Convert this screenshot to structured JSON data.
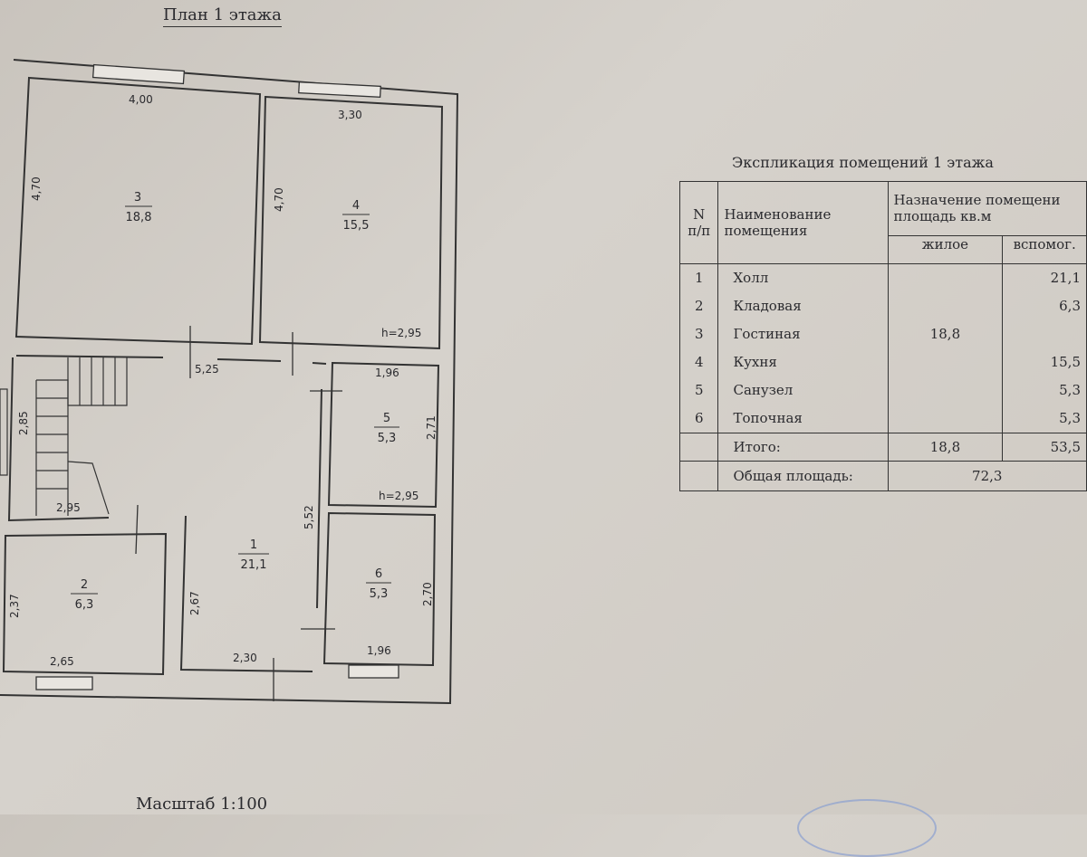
{
  "plan": {
    "title": "План 1 этажа",
    "scale": "Масштаб 1:100",
    "rooms": [
      {
        "number": "1",
        "area": "21,1"
      },
      {
        "number": "2",
        "area": "6,3"
      },
      {
        "number": "3",
        "area": "18,8"
      },
      {
        "number": "4",
        "area": "15,5"
      },
      {
        "number": "5",
        "area": "5,3"
      },
      {
        "number": "6",
        "area": "5,3"
      }
    ],
    "dimensions": {
      "room3_width": "4,00",
      "room3_height": "4,70",
      "room4_width": "3,30",
      "room4_height": "4,70",
      "room4_ceiling": "h=2,95",
      "hall_top": "5,25",
      "hall_height": "5,52",
      "hall_bottom": "2,30",
      "room5_width": "1,96",
      "room5_height": "2,71",
      "room5_ceiling": "h=2,95",
      "room6_width": "1,96",
      "room6_height": "2,70",
      "stair_height": "2,85",
      "stair_width": "2,95",
      "room2_height": "2,37",
      "room2_width": "2,65",
      "room1_left": "2,67"
    }
  },
  "explication": {
    "title": "Экспликация помещений 1 этажа",
    "header": {
      "num": "N\nп/п",
      "name": "Наименование помещения",
      "purpose": "Назначение помещени площадь кв.м",
      "living": "жилое",
      "aux": "вспомог."
    },
    "rows": [
      {
        "num": "1",
        "name": "Холл",
        "living": "",
        "aux": "21,1"
      },
      {
        "num": "2",
        "name": "Кладовая",
        "living": "",
        "aux": "6,3"
      },
      {
        "num": "3",
        "name": "Гостиная",
        "living": "18,8",
        "aux": ""
      },
      {
        "num": "4",
        "name": "Кухня",
        "living": "",
        "aux": "15,5"
      },
      {
        "num": "5",
        "name": "Санузел",
        "living": "",
        "aux": "5,3"
      },
      {
        "num": "6",
        "name": "Топочная",
        "living": "",
        "aux": "5,3"
      }
    ],
    "total": {
      "label": "Итого:",
      "living": "18,8",
      "aux": "53,5"
    },
    "overall": {
      "label": "Общая площадь:",
      "value": "72,3"
    }
  }
}
